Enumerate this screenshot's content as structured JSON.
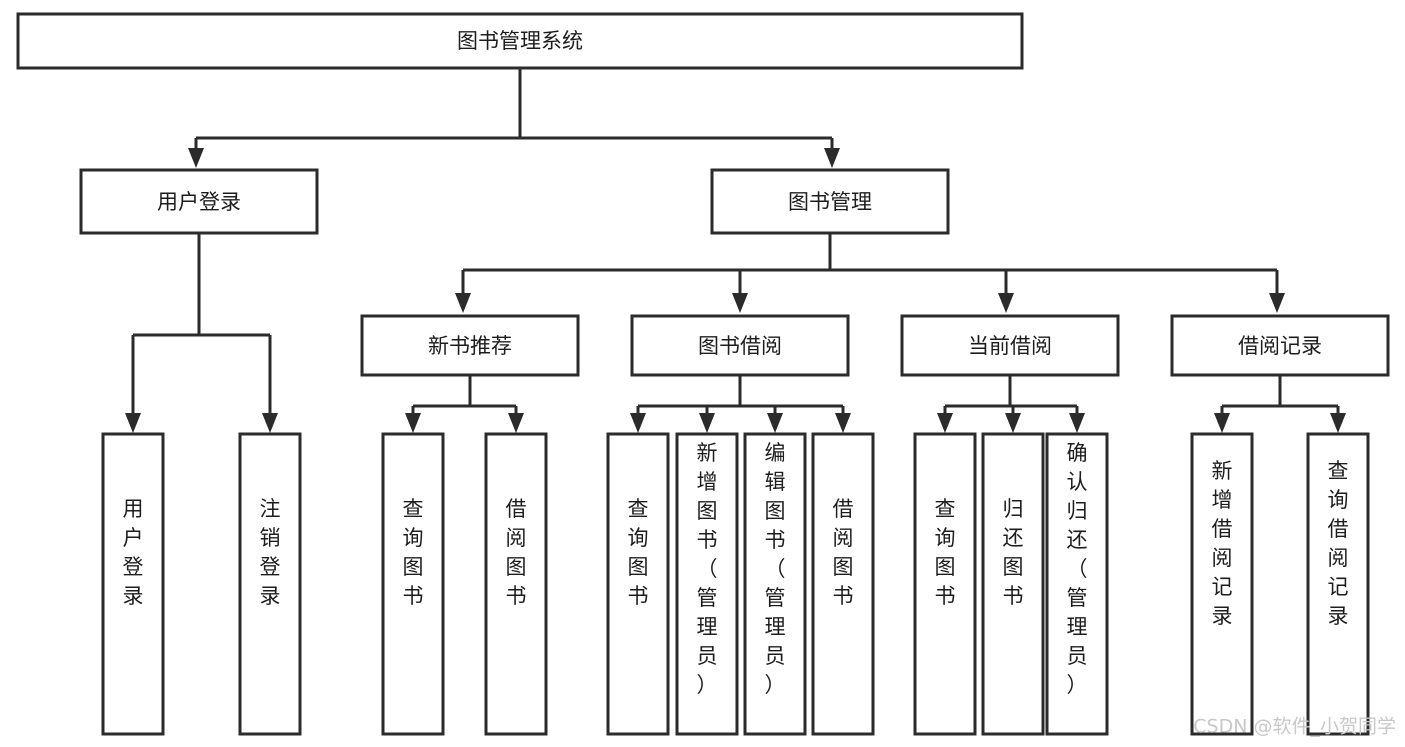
{
  "diagram": {
    "title": "图书管理系统",
    "type": "tree",
    "watermark": "CSDN @软件_小贺同学",
    "colors": {
      "stroke": "#2b2b2b",
      "box_fill": "#ffffff",
      "text": "#1d1d1d",
      "watermark": "#c8c8c8",
      "background": "#ffffff"
    },
    "root": {
      "label": "图书管理系统"
    },
    "level2": [
      {
        "label": "用户登录"
      },
      {
        "label": "图书管理"
      }
    ],
    "level3": [
      {
        "label": "新书推荐"
      },
      {
        "label": "图书借阅"
      },
      {
        "label": "当前借阅"
      },
      {
        "label": "借阅记录"
      }
    ],
    "leaves": {
      "user_login": [
        {
          "label": "用户登录"
        },
        {
          "label": "注销登录"
        }
      ],
      "new_book_recommend": [
        {
          "label": "查询图书"
        },
        {
          "label": "借阅图书"
        }
      ],
      "book_borrow": [
        {
          "label": "查询图书"
        },
        {
          "label": "新增图书（管理员）"
        },
        {
          "label": "编辑图书（管理员）"
        },
        {
          "label": "借阅图书"
        }
      ],
      "current_borrow": [
        {
          "label": "查询图书"
        },
        {
          "label": "归还图书"
        },
        {
          "label": "确认归还（管理员）"
        }
      ],
      "borrow_record": [
        {
          "label": "新增借阅记录"
        },
        {
          "label": "查询借阅记录"
        }
      ]
    }
  }
}
